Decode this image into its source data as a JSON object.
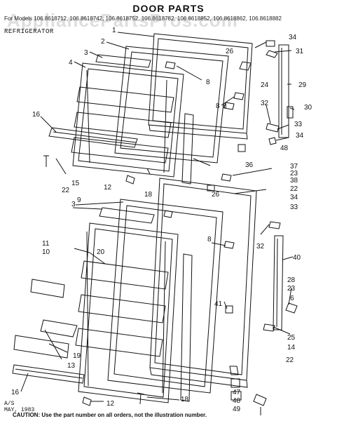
{
  "header": {
    "title": "DOOR PARTS",
    "models_line": "For Models 106.8618712, 106.8618742, 106.8618752, 106.8618782, 106.8618852, 106.8618862, 106.8618882",
    "sublabel": "REFRIGERATOR"
  },
  "watermark": "AppliancePartsPros.com",
  "callouts": [
    "1",
    "2",
    "3",
    "4",
    "8",
    "8",
    "16",
    "15",
    "22",
    "12",
    "18",
    "26",
    "24",
    "8",
    "36",
    "34",
    "31",
    "29",
    "32",
    "30",
    "33",
    "34",
    "48",
    "37",
    "23",
    "38",
    "22",
    "34",
    "33",
    "3",
    "9",
    "26",
    "11",
    "10",
    "20",
    "8",
    "32",
    "40",
    "28",
    "23",
    "6",
    "41",
    "25",
    "14",
    "19",
    "13",
    "16",
    "12",
    "18",
    "47",
    "48",
    "49",
    "22"
  ],
  "stamp": {
    "line1": "A/S",
    "line2": "MAY, 1983"
  },
  "footer": "CAUTION: Use the part number on all orders, not the illustration number."
}
